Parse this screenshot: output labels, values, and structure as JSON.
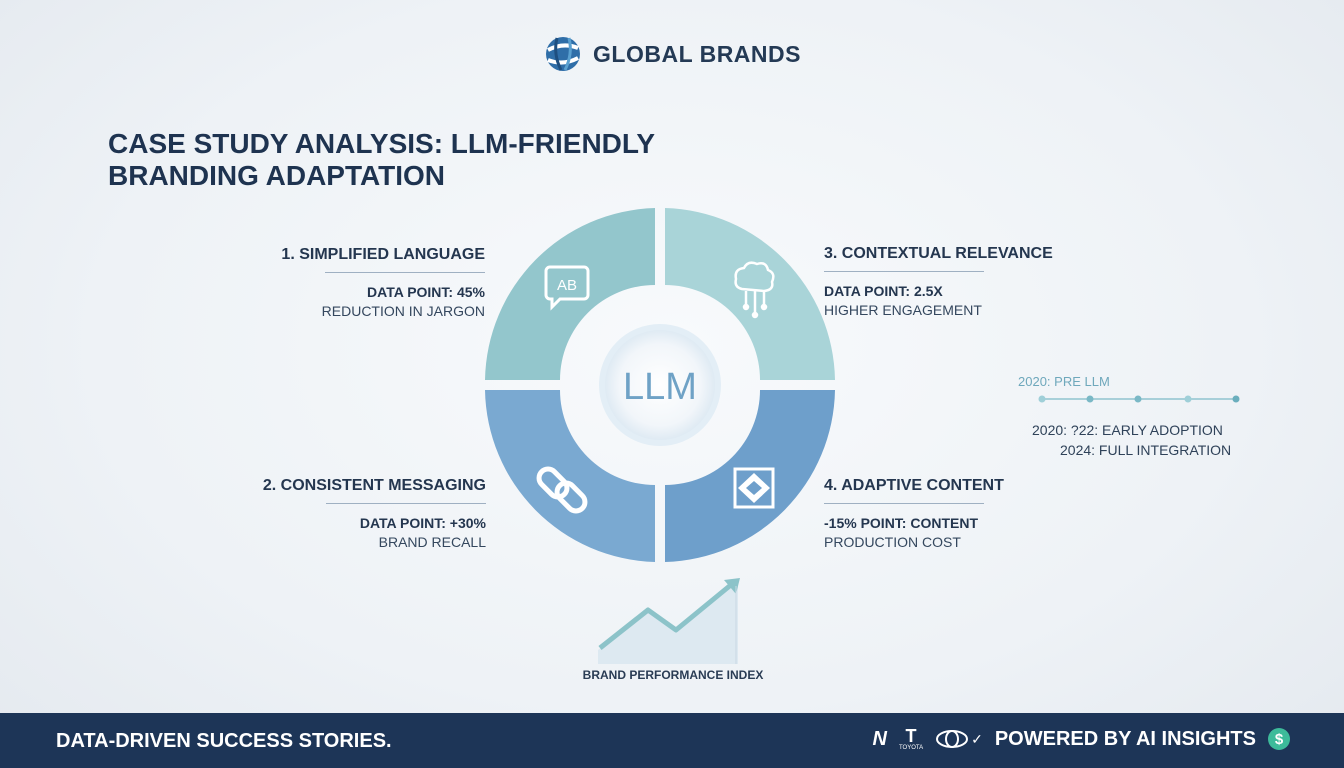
{
  "brand": {
    "name": "GLOBAL BRANDS",
    "logo_icon": "globe-icon"
  },
  "title": {
    "line1": "CASE STUDY ANALYSIS: LLM-FRIENDLY",
    "line2": "BRANDING ADAPTATION"
  },
  "wheel": {
    "center_label": "LLM",
    "segments": [
      {
        "icon": "speech-bubble-ab-icon",
        "icon_text": "AB",
        "color": "#93c6cc"
      },
      {
        "icon": "brain-circuit-icon",
        "color": "#a9d4d8"
      },
      {
        "icon": "chain-link-icon",
        "color": "#77a6cf"
      },
      {
        "icon": "diamond-arrows-icon",
        "color": "#6e9fcb"
      }
    ]
  },
  "labels": {
    "simplified": {
      "heading": "1. SIMPLIFIED LANGUAGE",
      "data_point": "DATA POINT: 45%",
      "desc": "REDUCTION IN JARGON"
    },
    "consistent": {
      "heading": "2. CONSISTENT MESSAGING",
      "data_point": "DATA POINT: +30%",
      "desc": "BRAND RECALL"
    },
    "contextual": {
      "heading": "3. CONTEXTUAL RELEVANCE",
      "data_point": "DATA POINT: 2.5X",
      "desc": "HIGHER ENGAGEMENT"
    },
    "adaptive": {
      "heading": "4. ADAPTIVE CONTENT",
      "data_point": "-15% POINT: CONTENT",
      "desc": "PRODUCTION COST"
    }
  },
  "timeline": {
    "entries": [
      "2020: PRE LLM",
      "2020: ?22: EARLY ADOPTION",
      "2024: FULL INTEGRATION"
    ]
  },
  "performance": {
    "label": "BRAND PERFORMANCE INDEX",
    "icon": "trend-up-arrow-icon"
  },
  "footer": {
    "tagline": "DATA-DRIVEN SUCCESS STORIES.",
    "logo_n": "N",
    "logo_t": "T",
    "logo_t_small": "TOYOTA",
    "logo_check": "✓",
    "powered": "POWERED BY AI INSIGHTS",
    "dollar": "$"
  },
  "colors": {
    "navy": "#1d3557",
    "teal": "#93c6cc",
    "blue": "#6e9fcb",
    "accent_green": "#3dbb9a"
  }
}
